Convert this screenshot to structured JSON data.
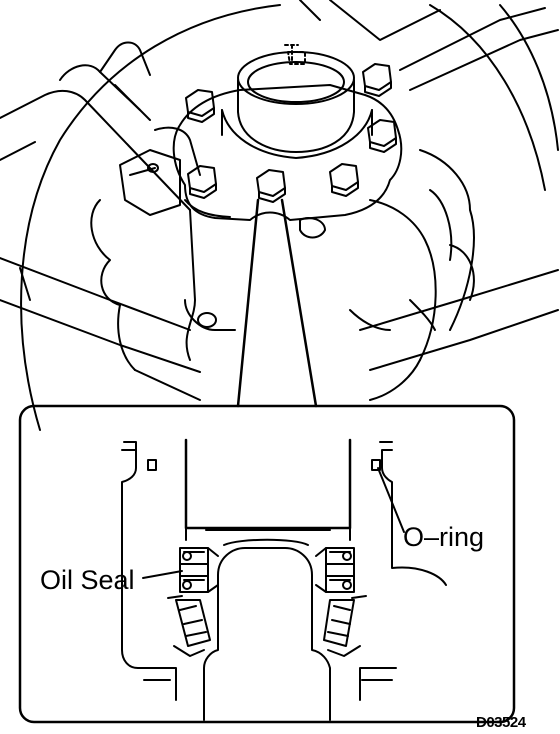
{
  "labels": {
    "o_ring": "O–ring",
    "oil_seal": "Oil Seal",
    "figure_code": "D03524"
  },
  "colors": {
    "line": "#000000",
    "background": "#ffffff"
  }
}
